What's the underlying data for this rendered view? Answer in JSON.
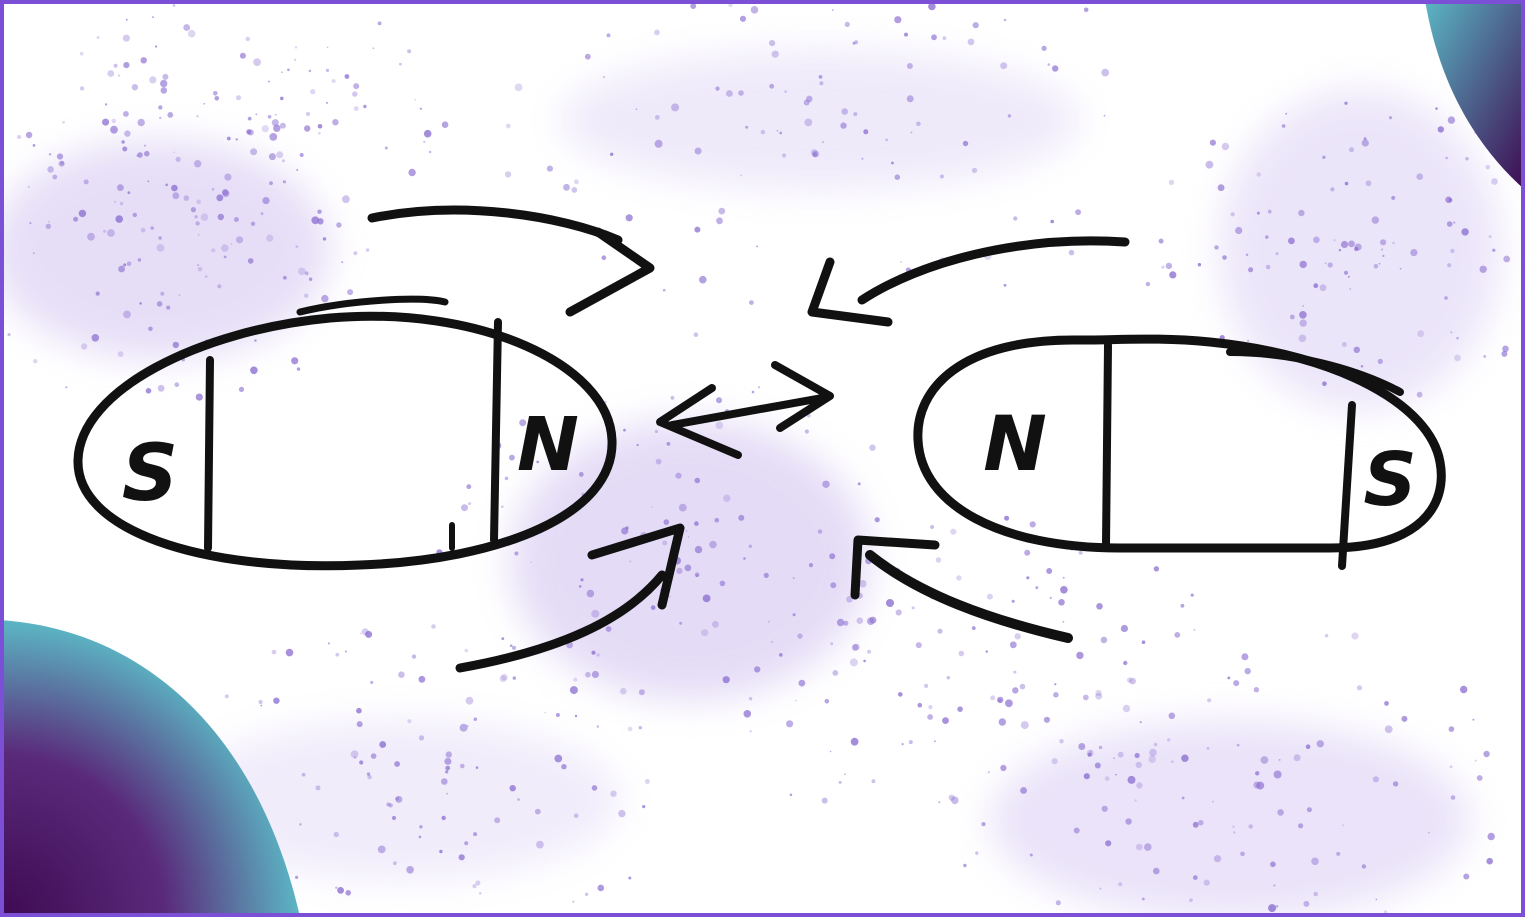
{
  "colors": {
    "background": "#ffffff",
    "speckle": "#8c6fd1",
    "ink": "#111111",
    "frame": "#7b4fd6",
    "corner_gradient_start": "#5bb7c4",
    "corner_gradient_end": "#3e0a52"
  },
  "magnets": [
    {
      "name": "left-magnet",
      "south_label": "S",
      "north_label": "N"
    },
    {
      "name": "right-magnet",
      "north_label": "N",
      "south_label": "S"
    }
  ],
  "field_arrows": {
    "direction_between_poles": "repel",
    "icon": "double-headed-arrow-icon"
  }
}
